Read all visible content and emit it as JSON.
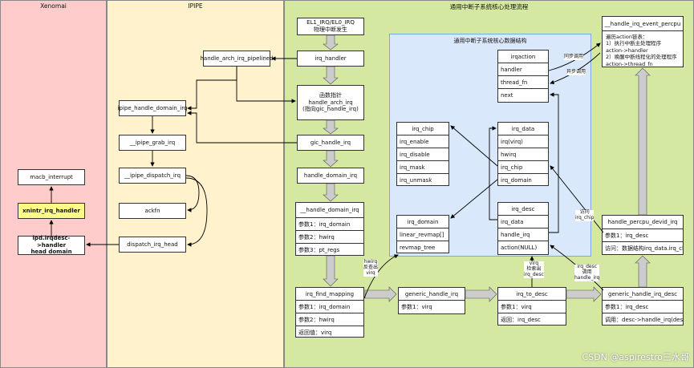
{
  "colors": {
    "xenomai_bg": "#ffcccc",
    "ipipe_bg": "#fff2cc",
    "generic_bg": "#d5e8a2",
    "core_bg": "#dae8fc",
    "highlight": "#ffff88"
  },
  "lanes": {
    "xenomai": "Xenomai",
    "ipipe": "IPIPE",
    "generic": "通用中断子系统核心处理流程"
  },
  "core": {
    "title": "通用中断子系统核心数据结构"
  },
  "xenomai": {
    "macb_interrupt": "macb_interrupt",
    "xnintr_irq_handler": "xnintr_irq_handler",
    "ipd_line1": "ipd.irqdesc->handler",
    "ipd_line2": "head domain"
  },
  "ipipe": {
    "handle_arch_irq_pipelined": "handle_arch_irq_pipelined",
    "ipipe_handle_domain_irq": "ipipe_handle_domain_irq",
    "ipipe_grab_irq": "__ipipe_grab_irq",
    "ipipe_dispatch_irq": "__ipipe_dispatch_irq",
    "ackfn": "ackfn",
    "dispatch_irq_head": "dispatch_irq_head"
  },
  "flow": {
    "el1_line1": "EL1_IRQ/EL0_IRQ",
    "el1_line2": "物理中断发生",
    "irq_handler": "irq_handler",
    "func_ptr_line1": "函数指针handle_arch_irq",
    "func_ptr_line2": "(指向gic_handle_irq)",
    "gic_handle_irq": "gic_handle_irq",
    "handle_domain_irq": "handle_domain_irq",
    "h_domain_irq": {
      "title": "__handle_domain_irq",
      "rows": [
        "参数1：irq_domain",
        "参数2：hwirq",
        "参数3：pt_regs"
      ]
    },
    "irq_find_mapping": {
      "title": "irq_find_mapping",
      "rows": [
        "参数1：irq_domain",
        "参数2：hwirq",
        "返回值：virq"
      ]
    },
    "generic_handle_irq": {
      "title": "generic_handle_irq",
      "rows": [
        "参数1：virq"
      ]
    },
    "irq_to_desc": {
      "title": "irq_to_desc",
      "rows": [
        "参数1：virq",
        "返回：irq_desc"
      ]
    },
    "generic_handle_irq_desc": {
      "title": "generic_handle_irq_desc",
      "rows": [
        "参数1：irq_desc",
        "调用：desc->handle_irq(desc)"
      ]
    },
    "handle_percpu_devid_irq": {
      "title": "handle_percpu_devid_irq",
      "rows": [
        "参数1：irq_desc",
        "访问：数据结构irq_data.irq_chip"
      ]
    },
    "handle_irq_event_percpu": {
      "title": "__handle_irq_event_percpu",
      "desc": [
        "遍历action链表：",
        "1）执行中断主处理程序",
        "action->handler",
        "2）唤醒中断线程化的处理程序",
        "action->thread_fn"
      ]
    }
  },
  "structs": {
    "irqaction": {
      "title": "irqaction",
      "rows": [
        "handler",
        "thread_fn",
        "next"
      ]
    },
    "irq_chip": {
      "title": "irq_chip",
      "rows": [
        "irq_enable",
        "irq_disable",
        "irq_mask",
        "irq_unmask"
      ]
    },
    "irq_data": {
      "title": "irq_data",
      "rows": [
        "irq(virq)",
        "hwirq",
        "irq_chip",
        "irq_domain"
      ]
    },
    "irq_domain": {
      "title": "irq_domain",
      "rows": [
        "linear_revmap[]",
        "revmap_tree"
      ]
    },
    "irq_desc": {
      "title": "irq_desc",
      "rows": [
        "irq_data",
        "handle_irq",
        "action(NULL)"
      ]
    }
  },
  "labels": {
    "sync_call": "同步调用",
    "async_call": "异步调用",
    "access_chip_1": "访问",
    "access_chip_2": "irq_chip",
    "hwirq_1": "hwirq",
    "hwirq_2": "反查出",
    "hwirq_3": "virq",
    "virq_1": "virq",
    "virq_2": "检索出",
    "virq_3": "irq_desc",
    "irqdesc_1": "irq_desc",
    "irqdesc_2": "调用",
    "irqdesc_3": "handle_irq"
  },
  "watermark": "CSDN @aspirestro三水哥"
}
